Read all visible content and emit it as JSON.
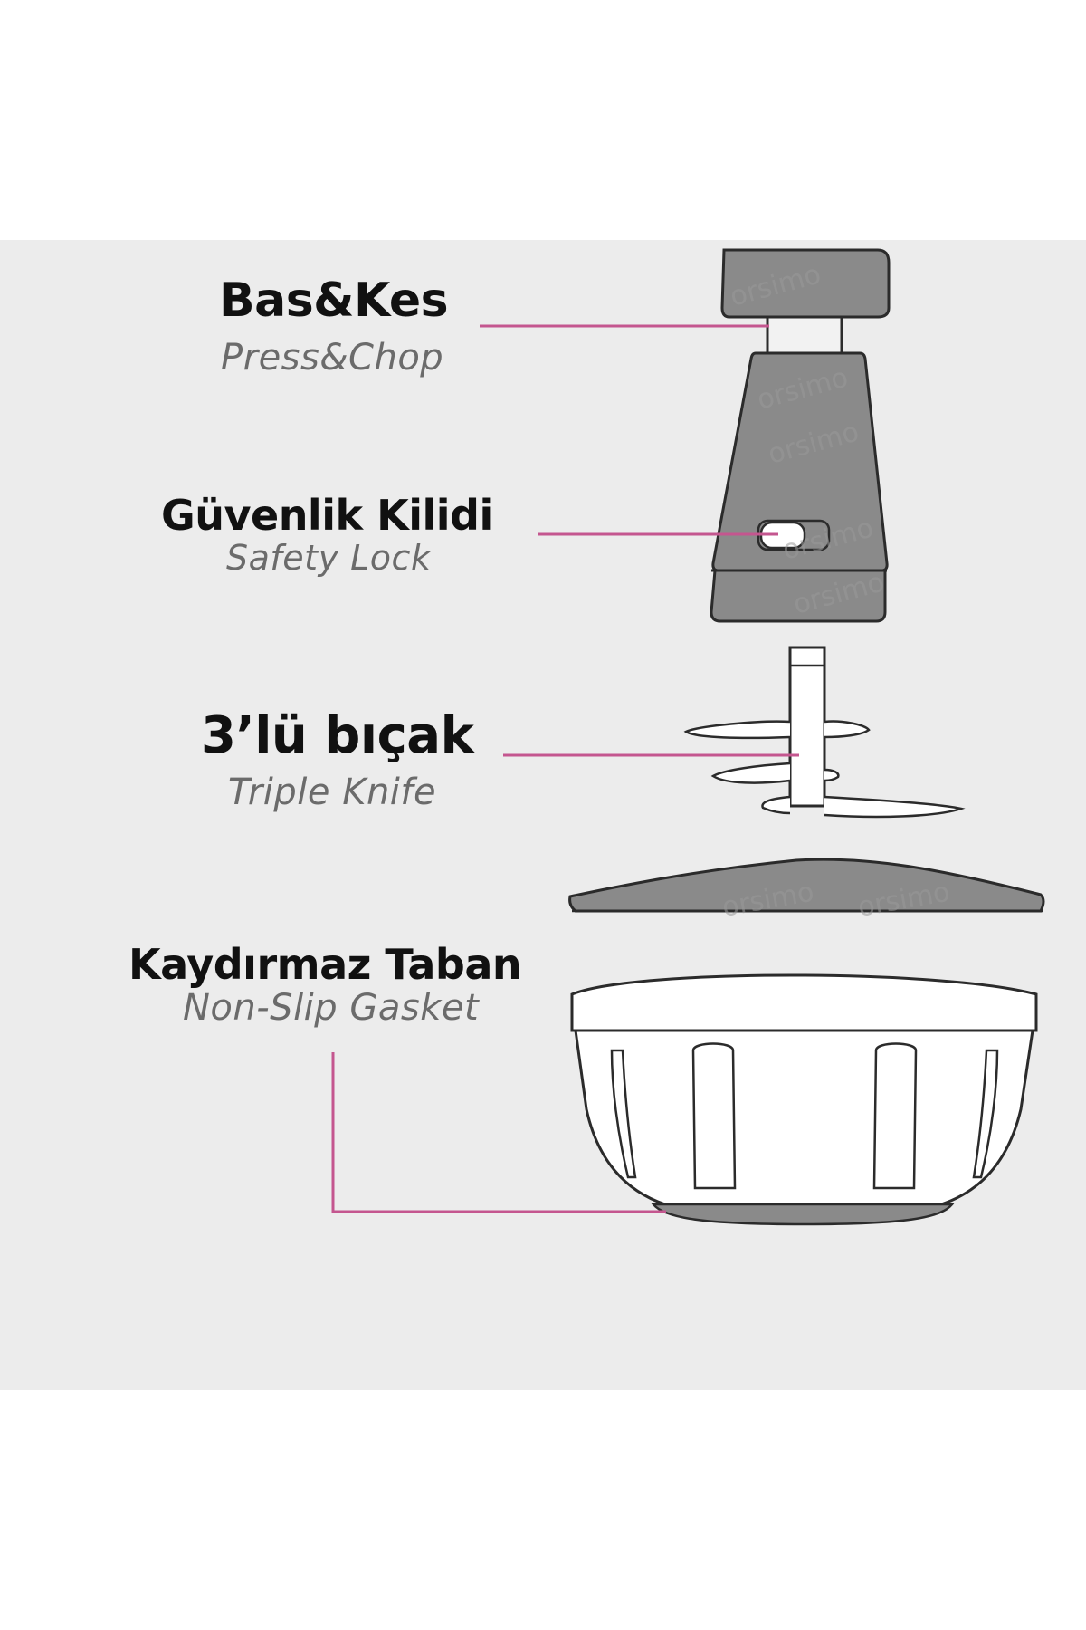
{
  "callouts": [
    {
      "title": "Bas&Kes",
      "subtitle": "Press&Chop"
    },
    {
      "title": "Güvenlik Kilidi",
      "subtitle": "Safety Lock"
    },
    {
      "title": "3’lü bıçak",
      "subtitle": "Triple Knife"
    },
    {
      "title": "Kaydırmaz Taban",
      "subtitle": "Non-Slip Gasket"
    }
  ],
  "watermark": "orsimo",
  "colors": {
    "background": "#ececec",
    "leader_line": "#c4568f",
    "part_fill": "#8a8a8a",
    "outline": "#2b2b2b"
  }
}
